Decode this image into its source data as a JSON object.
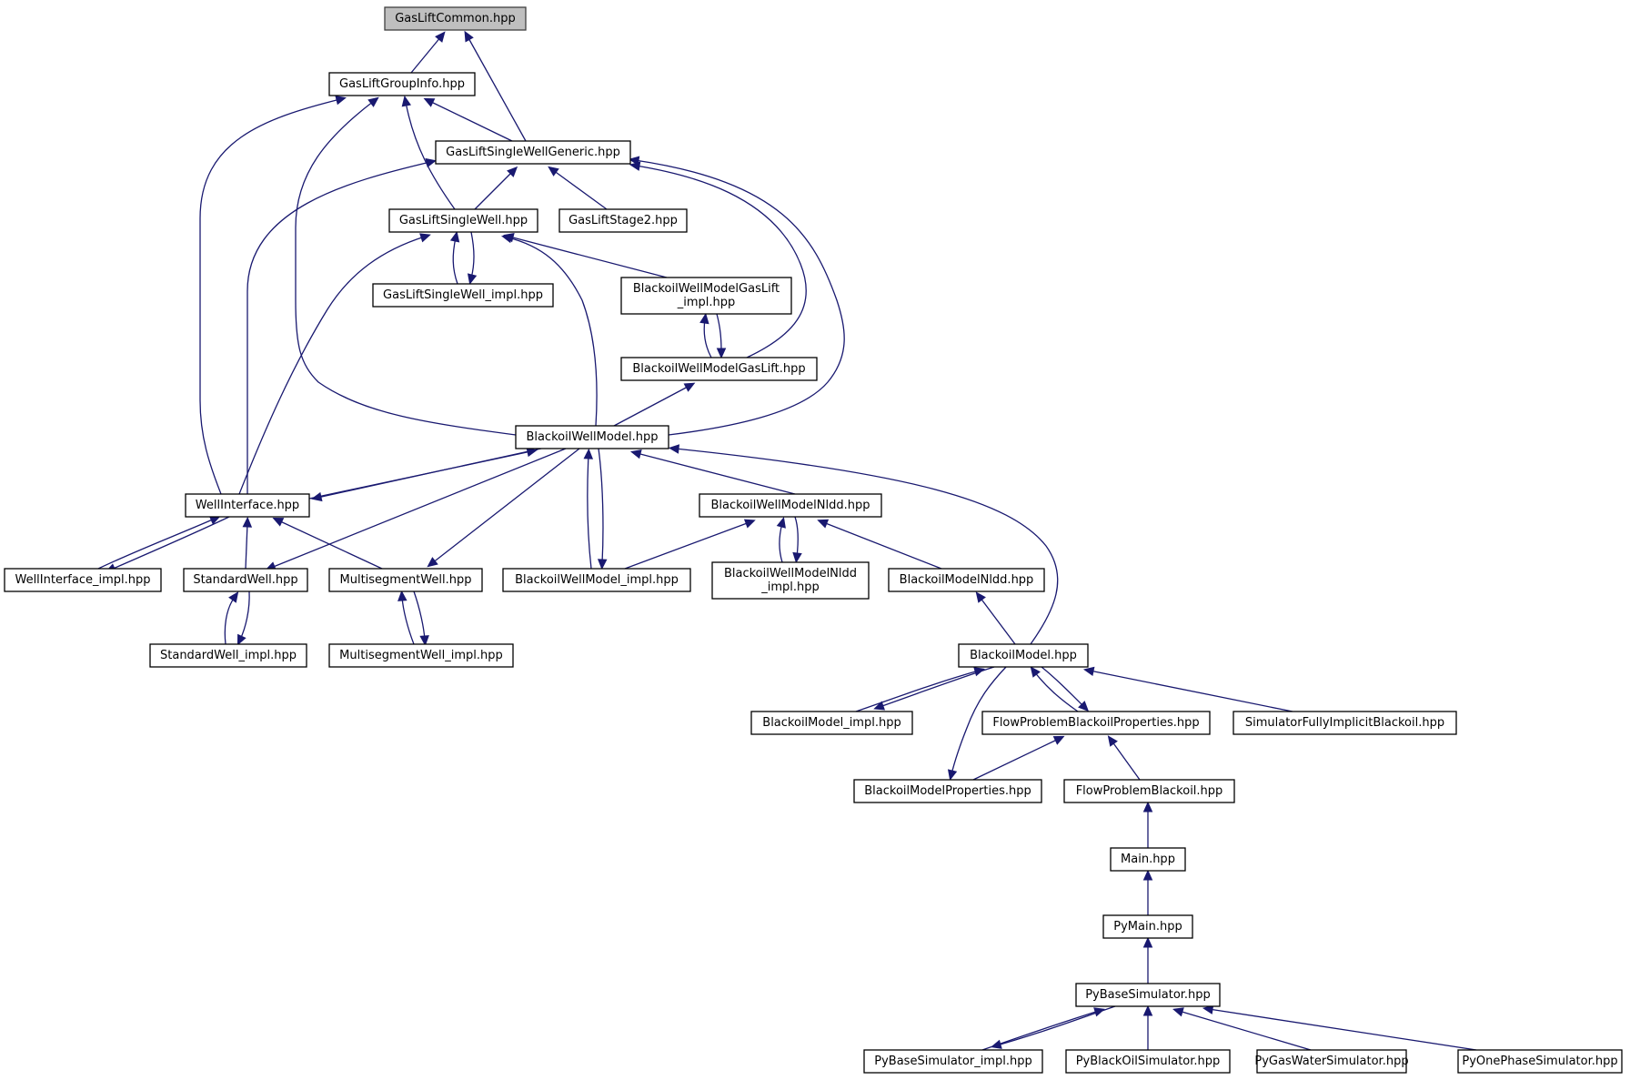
{
  "diagram": {
    "type": "include-dependency-graph",
    "root": "GasLiftCommon.hpp",
    "colors": {
      "edge": "#191970",
      "root_fill": "#bfbfbf",
      "node_fill": "#ffffff",
      "node_border": "#000000"
    },
    "nodes": [
      {
        "id": "GasLiftCommon",
        "label": "GasLiftCommon.hpp",
        "root": true
      },
      {
        "id": "GasLiftGroupInfo",
        "label": "GasLiftGroupInfo.hpp"
      },
      {
        "id": "GasLiftSingleWellGeneric",
        "label": "GasLiftSingleWellGeneric.hpp"
      },
      {
        "id": "GasLiftSingleWell",
        "label": "GasLiftSingleWell.hpp"
      },
      {
        "id": "GasLiftStage2",
        "label": "GasLiftStage2.hpp"
      },
      {
        "id": "GasLiftSingleWell_impl",
        "label": "GasLiftSingleWell_impl.hpp"
      },
      {
        "id": "BlackoilWellModelGasLift_impl",
        "label": [
          "BlackoilWellModelGasLift",
          "_impl.hpp"
        ]
      },
      {
        "id": "BlackoilWellModelGasLift",
        "label": "BlackoilWellModelGasLift.hpp"
      },
      {
        "id": "BlackoilWellModel",
        "label": "BlackoilWellModel.hpp"
      },
      {
        "id": "WellInterface",
        "label": "WellInterface.hpp"
      },
      {
        "id": "WellInterface_impl",
        "label": "WellInterface_impl.hpp"
      },
      {
        "id": "StandardWell",
        "label": "StandardWell.hpp"
      },
      {
        "id": "MultisegmentWell",
        "label": "MultisegmentWell.hpp"
      },
      {
        "id": "StandardWell_impl",
        "label": "StandardWell_impl.hpp"
      },
      {
        "id": "MultisegmentWell_impl",
        "label": "MultisegmentWell_impl.hpp"
      },
      {
        "id": "BlackoilWellModel_impl",
        "label": "BlackoilWellModel_impl.hpp"
      },
      {
        "id": "BlackoilWellModelNldd",
        "label": "BlackoilWellModelNldd.hpp"
      },
      {
        "id": "BlackoilWellModelNldd_impl",
        "label": [
          "BlackoilWellModelNldd",
          "_impl.hpp"
        ]
      },
      {
        "id": "BlackoilModelNldd",
        "label": "BlackoilModelNldd.hpp"
      },
      {
        "id": "BlackoilModel",
        "label": "BlackoilModel.hpp"
      },
      {
        "id": "BlackoilModel_impl",
        "label": "BlackoilModel_impl.hpp"
      },
      {
        "id": "FlowProblemBlackoilProperties",
        "label": "FlowProblemBlackoilProperties.hpp"
      },
      {
        "id": "SimulatorFullyImplicitBlackoil",
        "label": "SimulatorFullyImplicitBlackoil.hpp"
      },
      {
        "id": "BlackoilModelProperties",
        "label": "BlackoilModelProperties.hpp"
      },
      {
        "id": "FlowProblemBlackoil",
        "label": "FlowProblemBlackoil.hpp"
      },
      {
        "id": "Main",
        "label": "Main.hpp"
      },
      {
        "id": "PyMain",
        "label": "PyMain.hpp"
      },
      {
        "id": "PyBaseSimulator",
        "label": "PyBaseSimulator.hpp"
      },
      {
        "id": "PyBaseSimulator_impl",
        "label": "PyBaseSimulator_impl.hpp"
      },
      {
        "id": "PyBlackOilSimulator",
        "label": "PyBlackOilSimulator.hpp"
      },
      {
        "id": "PyGasWaterSimulator",
        "label": "PyGasWaterSimulator.hpp"
      },
      {
        "id": "PyOnePhaseSimulator",
        "label": "PyOnePhaseSimulator.hpp"
      }
    ],
    "edges": [
      {
        "from": "GasLiftGroupInfo",
        "to": "GasLiftCommon"
      },
      {
        "from": "GasLiftSingleWellGeneric",
        "to": "GasLiftCommon"
      },
      {
        "from": "GasLiftSingleWellGeneric",
        "to": "GasLiftGroupInfo"
      },
      {
        "from": "GasLiftSingleWell",
        "to": "GasLiftGroupInfo"
      },
      {
        "from": "WellInterface",
        "to": "GasLiftGroupInfo"
      },
      {
        "from": "BlackoilWellModel",
        "to": "GasLiftGroupInfo"
      },
      {
        "from": "GasLiftSingleWell",
        "to": "GasLiftSingleWellGeneric"
      },
      {
        "from": "GasLiftStage2",
        "to": "GasLiftSingleWellGeneric"
      },
      {
        "from": "WellInterface",
        "to": "GasLiftSingleWellGeneric"
      },
      {
        "from": "BlackoilWellModelGasLift",
        "to": "GasLiftSingleWellGeneric"
      },
      {
        "from": "BlackoilWellModel",
        "to": "GasLiftSingleWellGeneric"
      },
      {
        "from": "GasLiftSingleWell_impl",
        "to": "GasLiftSingleWell"
      },
      {
        "from": "GasLiftSingleWell",
        "to": "GasLiftSingleWell_impl"
      },
      {
        "from": "WellInterface",
        "to": "GasLiftSingleWell"
      },
      {
        "from": "BlackoilWellModel",
        "to": "GasLiftSingleWell"
      },
      {
        "from": "BlackoilWellModelGasLift_impl",
        "to": "GasLiftSingleWell"
      },
      {
        "from": "BlackoilWellModelGasLift",
        "to": "BlackoilWellModelGasLift_impl"
      },
      {
        "from": "BlackoilWellModelGasLift_impl",
        "to": "BlackoilWellModelGasLift"
      },
      {
        "from": "BlackoilWellModel",
        "to": "BlackoilWellModelGasLift"
      },
      {
        "from": "WellInterface",
        "to": "BlackoilWellModel"
      },
      {
        "from": "BlackoilWellModel",
        "to": "WellInterface"
      },
      {
        "from": "BlackoilWellModel",
        "to": "StandardWell"
      },
      {
        "from": "BlackoilWellModel",
        "to": "MultisegmentWell"
      },
      {
        "from": "BlackoilWellModel_impl",
        "to": "BlackoilWellModel"
      },
      {
        "from": "BlackoilWellModel",
        "to": "BlackoilWellModel_impl"
      },
      {
        "from": "BlackoilWellModelNldd",
        "to": "BlackoilWellModel"
      },
      {
        "from": "BlackoilModel",
        "to": "BlackoilWellModel"
      },
      {
        "from": "WellInterface_impl",
        "to": "WellInterface"
      },
      {
        "from": "WellInterface",
        "to": "WellInterface_impl"
      },
      {
        "from": "StandardWell",
        "to": "WellInterface"
      },
      {
        "from": "MultisegmentWell",
        "to": "WellInterface"
      },
      {
        "from": "StandardWell_impl",
        "to": "StandardWell"
      },
      {
        "from": "StandardWell",
        "to": "StandardWell_impl"
      },
      {
        "from": "MultisegmentWell_impl",
        "to": "MultisegmentWell"
      },
      {
        "from": "MultisegmentWell",
        "to": "MultisegmentWell_impl"
      },
      {
        "from": "BlackoilWellModel_impl",
        "to": "BlackoilWellModelNldd"
      },
      {
        "from": "BlackoilWellModelNldd_impl",
        "to": "BlackoilWellModelNldd"
      },
      {
        "from": "BlackoilWellModelNldd",
        "to": "BlackoilWellModelNldd_impl"
      },
      {
        "from": "BlackoilModelNldd",
        "to": "BlackoilWellModelNldd"
      },
      {
        "from": "BlackoilModel",
        "to": "BlackoilModelNldd"
      },
      {
        "from": "BlackoilModel_impl",
        "to": "BlackoilModel"
      },
      {
        "from": "BlackoilModel",
        "to": "BlackoilModel_impl"
      },
      {
        "from": "FlowProblemBlackoilProperties",
        "to": "BlackoilModel"
      },
      {
        "from": "BlackoilModel",
        "to": "FlowProblemBlackoilProperties"
      },
      {
        "from": "SimulatorFullyImplicitBlackoil",
        "to": "BlackoilModel"
      },
      {
        "from": "BlackoilModel",
        "to": "BlackoilModelProperties"
      },
      {
        "from": "BlackoilModelProperties",
        "to": "FlowProblemBlackoilProperties"
      },
      {
        "from": "FlowProblemBlackoil",
        "to": "FlowProblemBlackoilProperties"
      },
      {
        "from": "Main",
        "to": "FlowProblemBlackoil"
      },
      {
        "from": "PyMain",
        "to": "Main"
      },
      {
        "from": "PyBaseSimulator",
        "to": "PyMain"
      },
      {
        "from": "PyBaseSimulator_impl",
        "to": "PyBaseSimulator"
      },
      {
        "from": "PyBaseSimulator",
        "to": "PyBaseSimulator_impl"
      },
      {
        "from": "PyBlackOilSimulator",
        "to": "PyBaseSimulator"
      },
      {
        "from": "PyGasWaterSimulator",
        "to": "PyBaseSimulator"
      },
      {
        "from": "PyOnePhaseSimulator",
        "to": "PyBaseSimulator"
      }
    ]
  }
}
